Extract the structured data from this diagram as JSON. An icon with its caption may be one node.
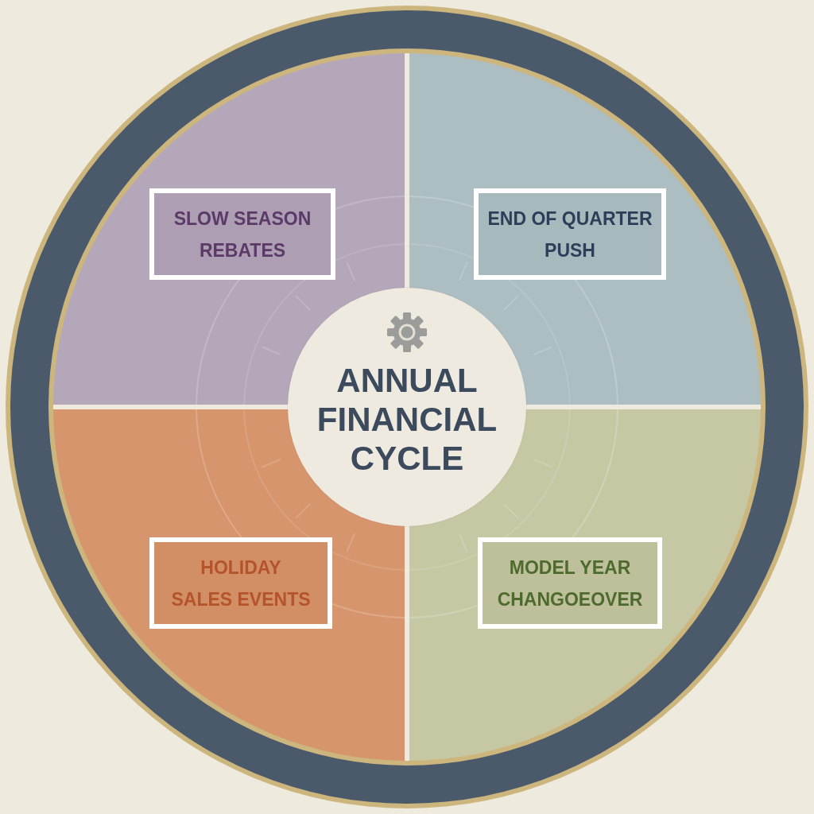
{
  "diagram": {
    "nodes": [
      {
        "text": [
          "SLOW SEASON REBATES"
        ]
      },
      {
        "text": [
          "END OF QUARTER PUSH"
        ]
      },
      {
        "text": [
          "ANNUAL FINANCIAL CYCLE"
        ]
      },
      {
        "text": [
          "HOLIDAY SALES EVENTS"
        ]
      },
      {
        "text": [
          "MODEL YEAR CHANGOEOVER"
        ]
      }
    ]
  }
}
